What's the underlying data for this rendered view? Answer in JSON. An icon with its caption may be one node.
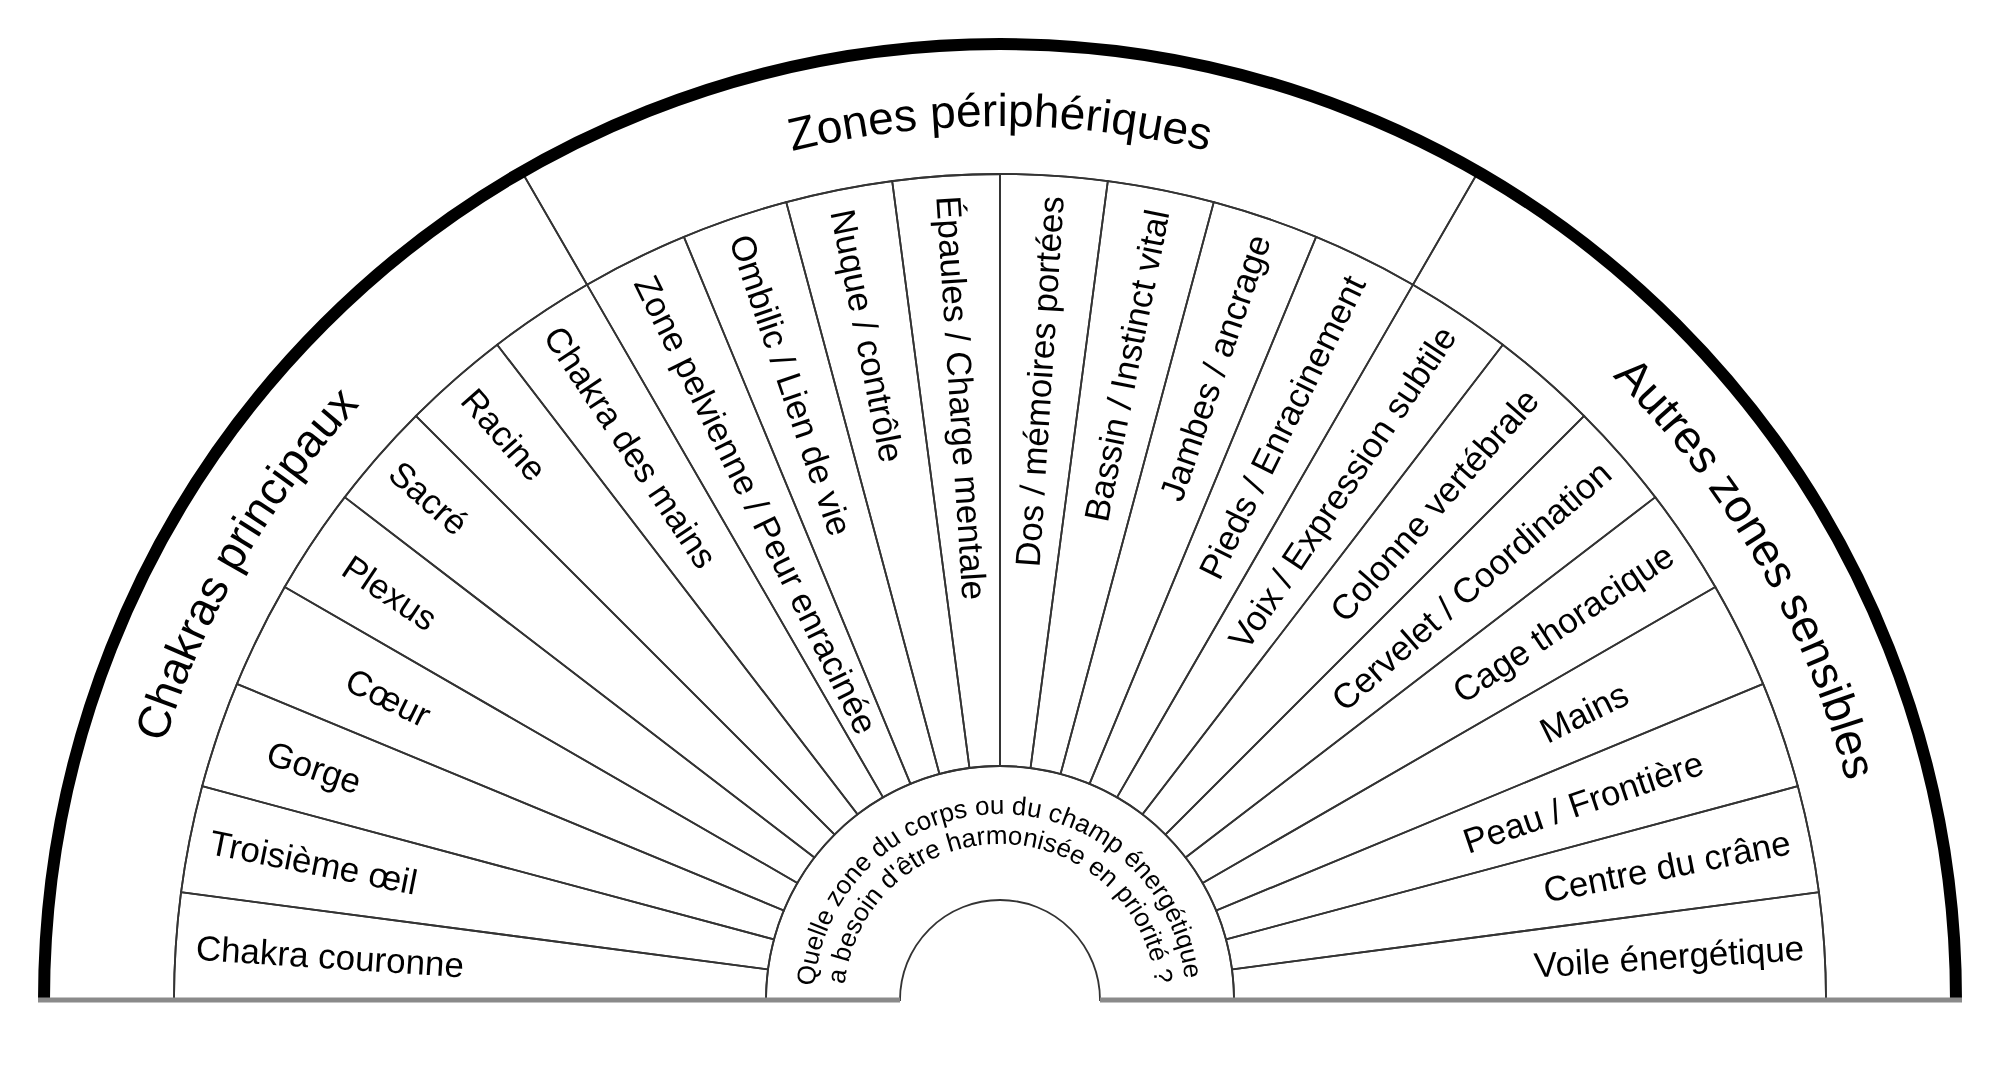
{
  "diagram": {
    "nodes": [
      {
        "text": [
          "Chakras principaux"
        ]
      },
      {
        "text": [
          "Zones périphériques"
        ]
      },
      {
        "text": [
          "Autres zones sensibles"
        ]
      },
      {
        "text": [
          "Chakra couronne"
        ]
      },
      {
        "text": [
          "Troisième œil"
        ]
      },
      {
        "text": [
          "Gorge"
        ]
      },
      {
        "text": [
          "Cœur"
        ]
      },
      {
        "text": [
          "Plexus"
        ]
      },
      {
        "text": [
          "Sacré"
        ]
      },
      {
        "text": [
          "Racine"
        ]
      },
      {
        "text": [
          "Chakra des mains"
        ]
      },
      {
        "text": [
          "Zone pelvienne / Peur enracinée"
        ]
      },
      {
        "text": [
          "Ombilic / Lien de vie"
        ]
      },
      {
        "text": [
          "Nuque / contrôle"
        ]
      },
      {
        "text": [
          "Épaules / Charge mentale"
        ]
      },
      {
        "text": [
          "Dos / mémoires portées"
        ]
      },
      {
        "text": [
          "Bassin / Instinct vital"
        ]
      },
      {
        "text": [
          "Jambes / ancrage"
        ]
      },
      {
        "text": [
          "Pieds / Enracinement"
        ]
      },
      {
        "text": [
          "Voix / Expression subtile"
        ]
      },
      {
        "text": [
          "Colonne vertébrale"
        ]
      },
      {
        "text": [
          "Cervelet / Coordination"
        ]
      },
      {
        "text": [
          "Cage thoracique"
        ]
      },
      {
        "text": [
          "Mains"
        ]
      },
      {
        "text": [
          "Peau / Frontière"
        ]
      },
      {
        "text": [
          "Centre du crâne"
        ]
      },
      {
        "text": [
          "Voile énergétique"
        ]
      },
      {
        "text": [
          "Quelle zone du corps ou du champ énergétique a besoin d'être harmonisée en priorité ?"
        ]
      }
    ]
  }
}
